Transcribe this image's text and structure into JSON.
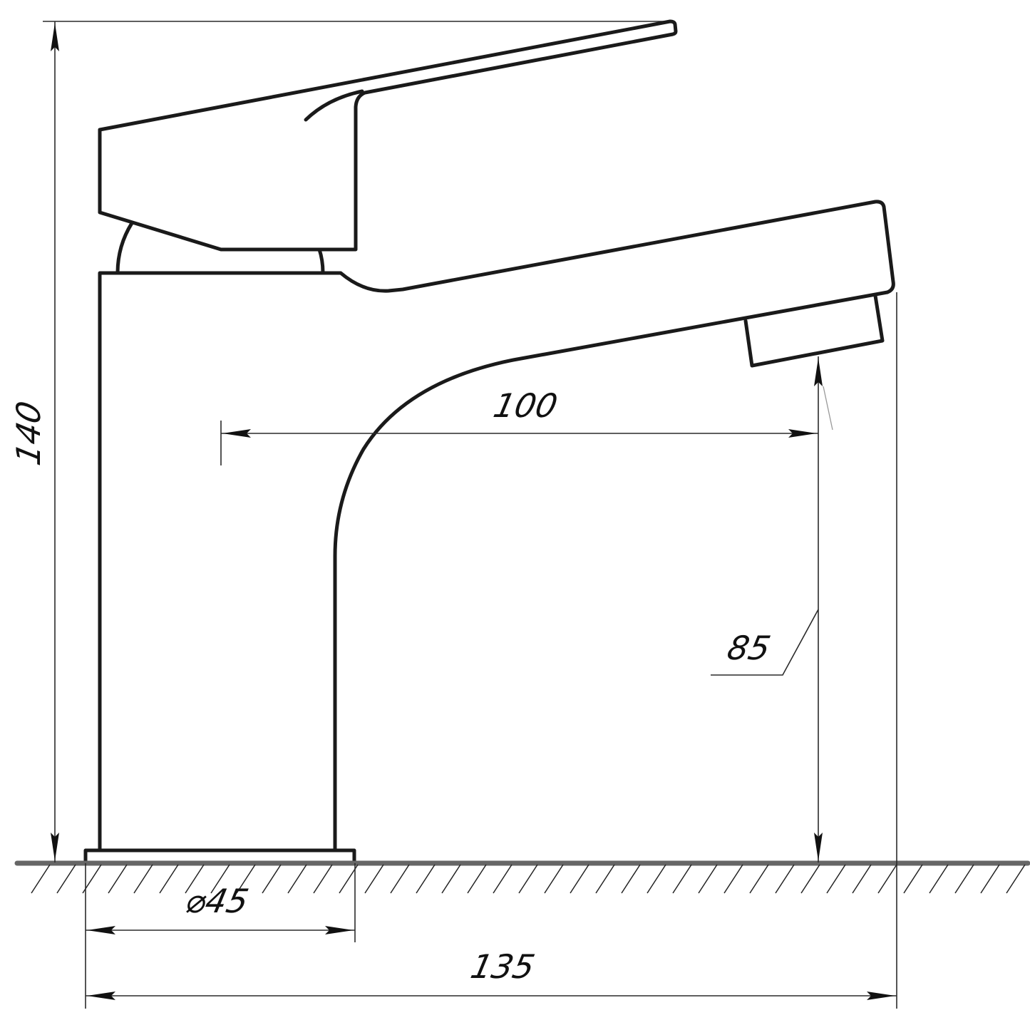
{
  "drawing": {
    "subject": "Single-lever basin faucet, side elevation",
    "colors": {
      "line": "#1a1a1a",
      "ground": "#666666",
      "background": "#ffffff"
    },
    "dimensions": {
      "overall_height": {
        "label": "140",
        "orientation": "vertical"
      },
      "spout_reach": {
        "label": "100",
        "orientation": "horizontal"
      },
      "spout_height": {
        "label": "85",
        "orientation": "vertical-leader"
      },
      "base_diameter": {
        "label": "⌀45",
        "orientation": "horizontal"
      },
      "overall_length": {
        "label": "135",
        "orientation": "horizontal"
      }
    }
  }
}
